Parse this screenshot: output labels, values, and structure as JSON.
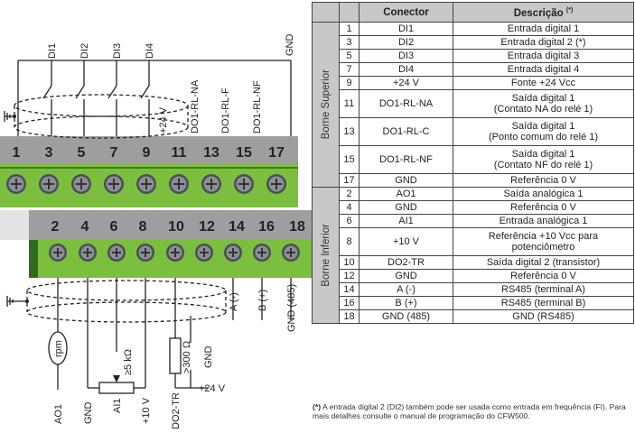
{
  "diagram": {
    "top_inputs": [
      "DI1",
      "DI2",
      "DI3",
      "DI4"
    ],
    "top_outputs": [
      "+24 V",
      "DO1-RL-NA",
      "DO1-RL-F",
      "DO1-RL-NF"
    ],
    "top_gnd": "GND",
    "top_numbers": [
      "1",
      "3",
      "5",
      "7",
      "9",
      "11",
      "13",
      "15",
      "17"
    ],
    "bottom_numbers": [
      "2",
      "4",
      "6",
      "8",
      "10",
      "12",
      "14",
      "16",
      "18"
    ],
    "bottom_right_labels": [
      "A (-)",
      "B (+)",
      "GND (485)"
    ],
    "bottom_labels": [
      "AO1",
      "GND",
      "AI1",
      "+10 V",
      "DO2-TR"
    ],
    "rpm_label": "rpm",
    "pot_label": "≥5 kΩ",
    "resistor_label": ">300 Ω",
    "gnd_label": "GND",
    "supply_label": "+24 V"
  },
  "table": {
    "headers": {
      "connector": "Conector",
      "description": "Descrição",
      "footnote_mark": "(*)"
    },
    "groups": [
      {
        "name": "Borne Superior",
        "rows": [
          {
            "pin": "1",
            "connector": "DI1",
            "description": [
              "Entrada digital 1"
            ]
          },
          {
            "pin": "3",
            "connector": "DI2",
            "description": [
              "Entrada digital 2 (*)"
            ]
          },
          {
            "pin": "5",
            "connector": "DI3",
            "description": [
              "Entrada digital 3"
            ]
          },
          {
            "pin": "7",
            "connector": "DI4",
            "description": [
              "Entrada digital 4"
            ]
          },
          {
            "pin": "9",
            "connector": "+24 V",
            "description": [
              "Fonte +24 Vcc"
            ]
          },
          {
            "pin": "11",
            "connector": "DO1-RL-NA",
            "description": [
              "Saída digital 1",
              "(Contato NA do relé 1)"
            ]
          },
          {
            "pin": "13",
            "connector": "DO1-RL-C",
            "description": [
              "Saída digital 1",
              "(Ponto comum do relé 1)"
            ]
          },
          {
            "pin": "15",
            "connector": "DO1-RL-NF",
            "description": [
              "Saída digital 1",
              "(Contato NF do relé 1)"
            ]
          },
          {
            "pin": "17",
            "connector": "GND",
            "description": [
              "Referência 0 V"
            ]
          }
        ]
      },
      {
        "name": "Borne Inferior",
        "rows": [
          {
            "pin": "2",
            "connector": "AO1",
            "description": [
              "Saída analógica 1"
            ]
          },
          {
            "pin": "4",
            "connector": "GND",
            "description": [
              "Referência 0 V"
            ]
          },
          {
            "pin": "6",
            "connector": "AI1",
            "description": [
              "Entrada analógica 1"
            ]
          },
          {
            "pin": "8",
            "connector": "+10 V",
            "description": [
              "Referência +10 Vcc para",
              "potenciômetro"
            ]
          },
          {
            "pin": "10",
            "connector": "DO2-TR",
            "description": [
              "Saída digital 2 (transistor)"
            ]
          },
          {
            "pin": "12",
            "connector": "GND",
            "description": [
              "Referência 0 V"
            ]
          },
          {
            "pin": "14",
            "connector": "A (-)",
            "description": [
              "RS485 (terminal A)"
            ]
          },
          {
            "pin": "16",
            "connector": "B (+)",
            "description": [
              "RS485 (terminal B)"
            ]
          },
          {
            "pin": "18",
            "connector": "GND (485)",
            "description": [
              "GND (RS485)"
            ]
          }
        ]
      }
    ]
  },
  "footnote": {
    "mark": "(*)",
    "text": " A entrada digital 2 (DI2) também pode ser usada como entrada em frequência (FI). Para mais detalhes consulte o manual de programação do CFW500."
  }
}
